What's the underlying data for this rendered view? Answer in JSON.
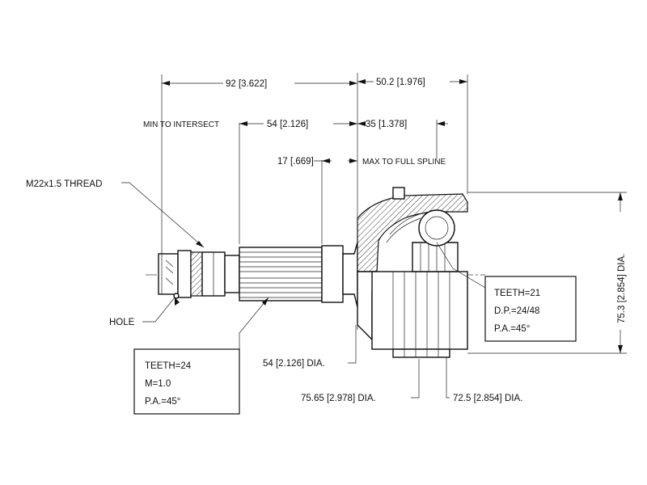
{
  "dimensions": {
    "overall_length": "92 [3.622]",
    "bell_length": "50.2 [1.976]",
    "min_to_intersect_label": "MIN TO INTERSECT",
    "min_to_intersect_value": "54 [2.126]",
    "spline_inner_length": "35 [1.378]",
    "full_spline_value": "17 [.669]",
    "max_to_full_spline_label": "MAX TO FULL SPLINE",
    "housing_diameter": "75.3 [2.854] DIA.",
    "seal_diameter": "54 [2.126] DIA.",
    "abs_ring_outer_diameter": "75.65 [2.978] DIA.",
    "abs_ring_inner_diameter": "72.5 [2.854] DIA."
  },
  "callouts": {
    "thread": "M22x1.5 THREAD",
    "hole": "HOLE"
  },
  "spec_boxes": {
    "outer_spline": [
      "TEETH=24",
      "M=1.0",
      "P.A.=45°"
    ],
    "inner_spline": [
      "TEETH=21",
      "D.P.=24/48",
      "P.A.=45°"
    ]
  }
}
